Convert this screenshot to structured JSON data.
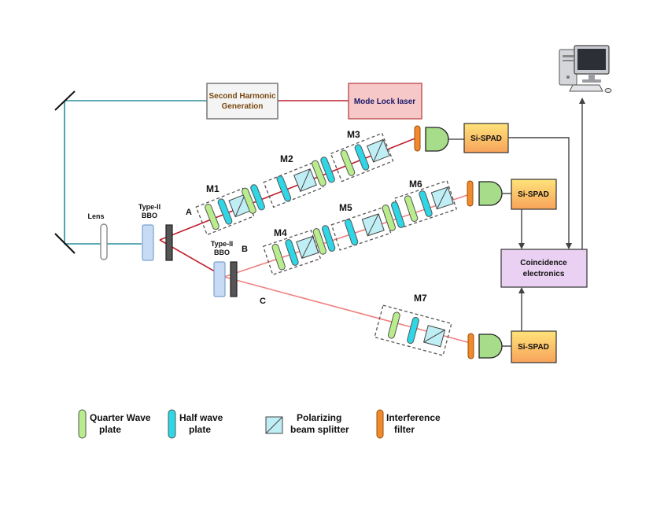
{
  "labels": {
    "shg": [
      "Second Harmonic",
      "Generation"
    ],
    "laser": "Mode Lock laser",
    "lens": "Lens",
    "bbo1": [
      "Type-II",
      "BBO"
    ],
    "bbo2": [
      "Type-II",
      "BBO"
    ],
    "spad": "Si-SPAD",
    "coincidence": [
      "Coincidence",
      "electronics"
    ],
    "path_a": "A",
    "path_b": "B",
    "path_c": "C",
    "modules": [
      "M1",
      "M2",
      "M3",
      "M4",
      "M5",
      "M6",
      "M7"
    ]
  },
  "legend": {
    "qwp": [
      "Quarter Wave",
      "plate"
    ],
    "hwp": [
      "Half wave",
      "plate"
    ],
    "pbs": [
      "Polarizing",
      "beam splitter"
    ],
    "filter": [
      "Interference",
      "filter"
    ]
  },
  "colors": {
    "teal_beam": "#2a8f9e",
    "red_beam": "#c0202e",
    "pink_beam": "#f08080",
    "qwp": "#b9ec8d",
    "hwp": "#2fd6e6",
    "pbs": "#bfeef5",
    "filter": "#f08a2a",
    "spad_top": "#ffe37a",
    "spad_bottom": "#f7a35a",
    "coincidence": "#ead0f2",
    "laser": "#f6c8c8",
    "bbo": "#c7dcf4",
    "detector": "#a6dc8a"
  },
  "icons": [
    "computer-icon",
    "detector-icon",
    "mirror-icon"
  ]
}
